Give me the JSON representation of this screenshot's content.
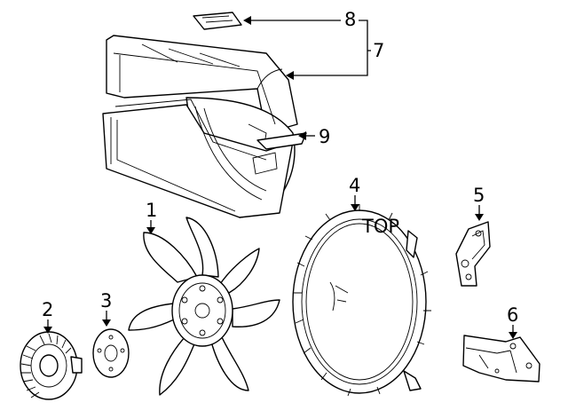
{
  "callouts": [
    {
      "id": "1",
      "text": "1"
    },
    {
      "id": "2",
      "text": "2"
    },
    {
      "id": "3",
      "text": "3"
    },
    {
      "id": "4",
      "text": "4"
    },
    {
      "id": "5",
      "text": "5"
    },
    {
      "id": "6",
      "text": "6"
    },
    {
      "id": "7",
      "text": "7"
    },
    {
      "id": "8",
      "text": "8"
    },
    {
      "id": "9",
      "text": "9"
    }
  ],
  "stamp": {
    "text": "TOP"
  }
}
